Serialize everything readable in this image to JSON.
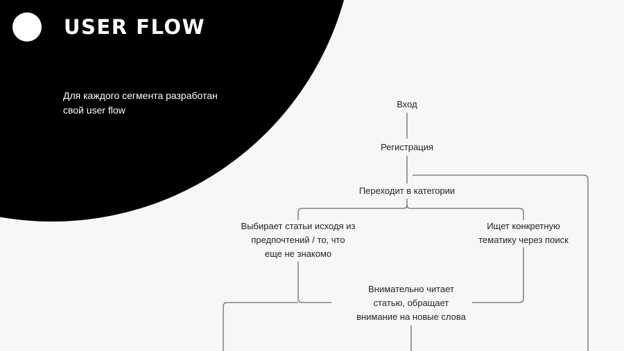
{
  "header": {
    "title": "USER FLOW",
    "subtitle_line1": "Для каждого сегмента разработан",
    "subtitle_line2": "свой user flow"
  },
  "flow": {
    "entry": "Вход",
    "registration": "Регистрация",
    "categories": "Переходит в категории",
    "left_branch": [
      "Выбирает статьи исходя из",
      "предпочтений / то, что",
      "еще не знакомо"
    ],
    "right_branch": [
      "Ищет конкретную",
      "тематику через поиск"
    ],
    "reads": [
      "Внимательно читает",
      "статью, обращает",
      "внимание на новые слова"
    ]
  }
}
